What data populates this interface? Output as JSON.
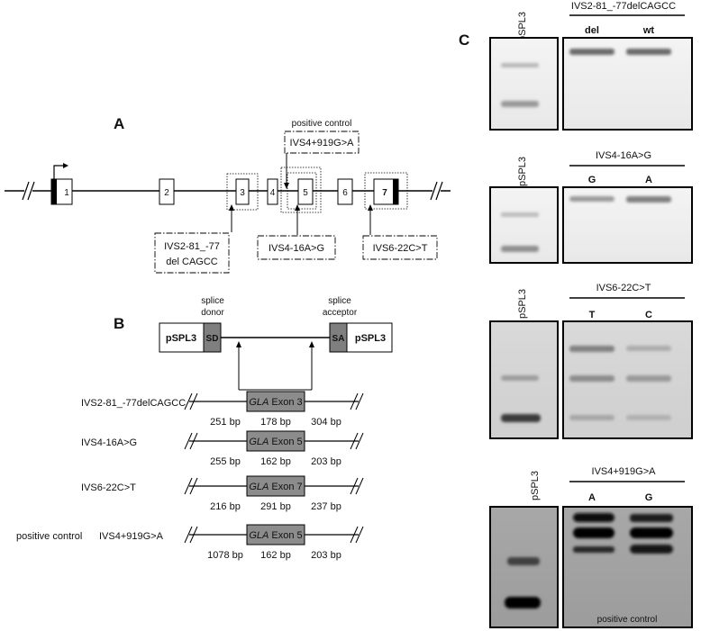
{
  "panel_a": {
    "letter": "A",
    "exons": [
      "1",
      "2",
      "3",
      "4",
      "5",
      "6",
      "7"
    ],
    "positive_control_label": "positive control",
    "positive_control_variant": "IVS4+919G>A",
    "variant_boxes": {
      "ivs2_line1": "IVS2-81_-77",
      "ivs2_line2": "del CAGCC",
      "ivs4": "IVS4-16A>G",
      "ivs6": "IVS6-22C>T"
    }
  },
  "panel_b": {
    "letter": "B",
    "vector_left": "pSPL3",
    "vector_right": "pSPL3",
    "sd": "SD",
    "sa": "SA",
    "splice_donor_line1": "splice",
    "splice_donor_line2": "donor",
    "splice_acceptor_line1": "splice",
    "splice_acceptor_line2": "acceptor",
    "gene": "GLA",
    "constructs": [
      {
        "label": "IVS2-81_-77delCAGCC",
        "exon": " Exon 3",
        "left_bp": "251 bp",
        "exon_bp": "178 bp",
        "right_bp": "304 bp"
      },
      {
        "label": "IVS4-16A>G",
        "exon": " Exon 5",
        "left_bp": "255 bp",
        "exon_bp": "162 bp",
        "right_bp": "203 bp"
      },
      {
        "label": "IVS6-22C>T",
        "exon": " Exon 7",
        "left_bp": "216 bp",
        "exon_bp": "291 bp",
        "right_bp": "237 bp"
      },
      {
        "label": "IVS4+919G>A",
        "exon": " Exon 5",
        "left_bp": "1078 bp",
        "exon_bp": "162 bp",
        "right_bp": "203 bp"
      }
    ],
    "positive_control_prefix": "positive control"
  },
  "panel_c": {
    "letter": "C",
    "gels": [
      {
        "lane0": "pSPL3",
        "title": "IVS2-81_-77delCAGCC",
        "lanes": [
          "del",
          "wt"
        ]
      },
      {
        "lane0": "pSPL3",
        "title": "IVS4-16A>G",
        "lanes": [
          "G",
          "A"
        ]
      },
      {
        "lane0": "pSPL3",
        "title": "IVS6-22C>T",
        "lanes": [
          "T",
          "C"
        ]
      },
      {
        "lane0": "pSPL3",
        "title": "IVS4+919G>A",
        "lanes": [
          "A",
          "G"
        ],
        "footer": "positive control"
      }
    ]
  }
}
